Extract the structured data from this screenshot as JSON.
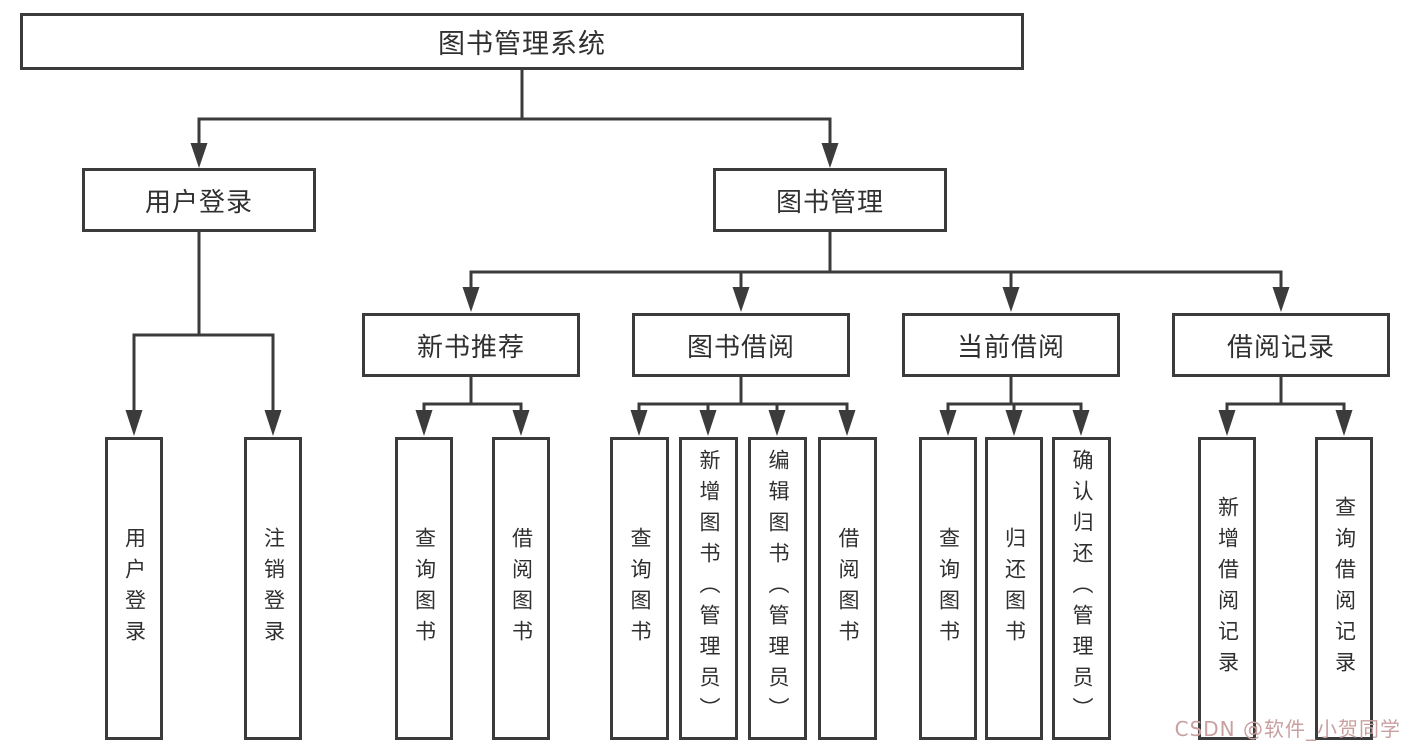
{
  "root": {
    "label": "图书管理系统"
  },
  "level2": {
    "user_login": {
      "label": "用户登录"
    },
    "book_management": {
      "label": "图书管理"
    }
  },
  "level3": {
    "new_books": {
      "label": "新书推荐"
    },
    "borrowing": {
      "label": "图书借阅"
    },
    "current": {
      "label": "当前借阅"
    },
    "records": {
      "label": "借阅记录"
    }
  },
  "leaves": {
    "user_login": [
      "用户登录",
      "注销登录"
    ],
    "new_books": [
      "查询图书",
      "借阅图书"
    ],
    "borrowing": [
      "查询图书",
      "新增图书（管理员）",
      "编辑图书（管理员）",
      "借阅图书"
    ],
    "current": [
      "查询图书",
      "归还图书",
      "确认归还（管理员）"
    ],
    "records": [
      "新增借阅记录",
      "查询借阅记录"
    ]
  },
  "watermark": {
    "text": "CSDN @软件_小贺同学"
  },
  "colors": {
    "line": "#3b3b3b",
    "box_border": "#3b3b3b",
    "text": "#303030",
    "background": "#ffffff",
    "watermark": "#c9a0a0"
  }
}
